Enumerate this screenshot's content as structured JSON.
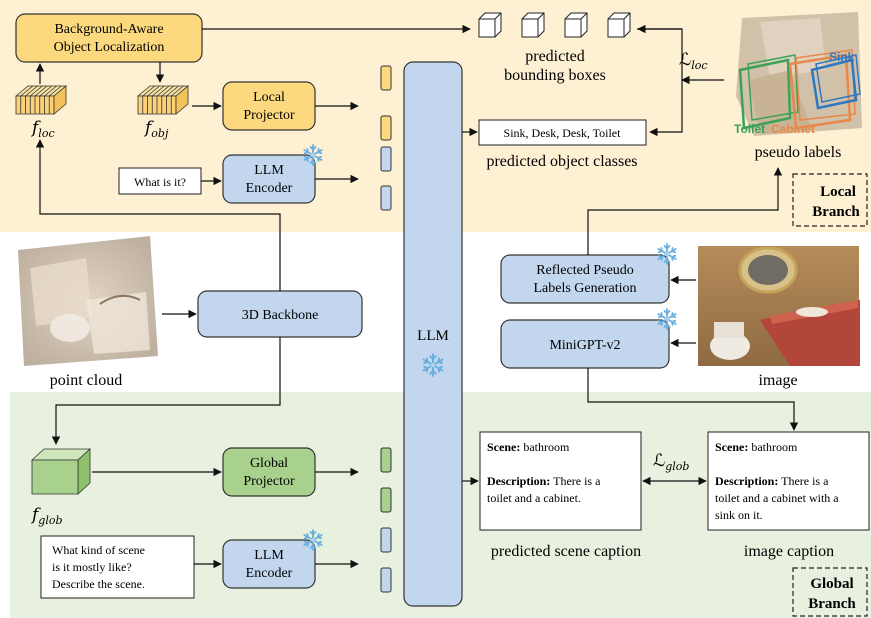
{
  "branches": {
    "local": {
      "line1": "Local",
      "line2": "Branch"
    },
    "global": {
      "line1": "Global",
      "line2": "Branch"
    }
  },
  "modules": {
    "bg_localization": {
      "line1": "Background-Aware",
      "line2": "Object Localization"
    },
    "local_projector": {
      "line1": "Local",
      "line2": "Projector"
    },
    "llm_encoder_local": {
      "line1": "LLM",
      "line2": "Encoder"
    },
    "backbone": {
      "label": "3D Backbone"
    },
    "llm": {
      "label": "LLM"
    },
    "global_projector": {
      "line1": "Global",
      "line2": "Projector"
    },
    "llm_encoder_global": {
      "line1": "LLM",
      "line2": "Encoder"
    },
    "reflected": {
      "line1": "Reflected Pseudo",
      "line2": "Labels Generation"
    },
    "minigpt": {
      "label": "MiniGPT-v2"
    }
  },
  "features": {
    "f_loc": {
      "base": "f",
      "sub": "loc"
    },
    "f_obj": {
      "base": "f",
      "sub": "obj"
    },
    "f_glob": {
      "base": "f",
      "sub": "glob"
    }
  },
  "prompts": {
    "local": "What is it?",
    "global": [
      "What kind of scene",
      "is it mostly like?",
      "Describe the scene."
    ]
  },
  "outputs": {
    "bbox_caption": [
      "predicted",
      "bounding boxes"
    ],
    "classes_text": "Sink, Desk, Desk, Toilet",
    "classes_caption": "predicted object classes",
    "pseudo_caption": "pseudo labels",
    "pseudo_tags": {
      "sink": "Sink",
      "toilet": "Toilet",
      "cabinet": "Cabinet"
    },
    "point_cloud_caption": "point cloud",
    "image_caption_label": "image",
    "predicted_scene": {
      "scene_label": "Scene:",
      "scene_value": " bathroom",
      "desc_label": "Description:",
      "desc_lines": [
        " There is a",
        "toilet and a cabinet."
      ]
    },
    "predicted_scene_caption": "predicted scene caption",
    "image_scene": {
      "scene_label": "Scene:",
      "scene_value": " bathroom",
      "desc_label": "Description:",
      "desc_lines": [
        " There is a",
        "toilet and a cabinet with a",
        "sink on it."
      ]
    },
    "image_scene_caption": "image caption"
  },
  "losses": {
    "loc": {
      "base": "ℒ",
      "sub": "loc"
    },
    "glob": {
      "base": "ℒ",
      "sub": "glob"
    }
  },
  "colors": {
    "local_bg": "#fdf0d3",
    "global_bg": "#e8f1df",
    "yellow_module": "#fcd97e",
    "blue_module": "#c2d7ee",
    "green_module": "#a8d18d",
    "sink": "#2e78c2",
    "toilet": "#3aa357",
    "cabinet": "#e8884a"
  },
  "icons": [
    "snowflake-icon",
    "feature-grid-icon",
    "cube-icon",
    "point-cloud-image",
    "bathroom-photo"
  ]
}
